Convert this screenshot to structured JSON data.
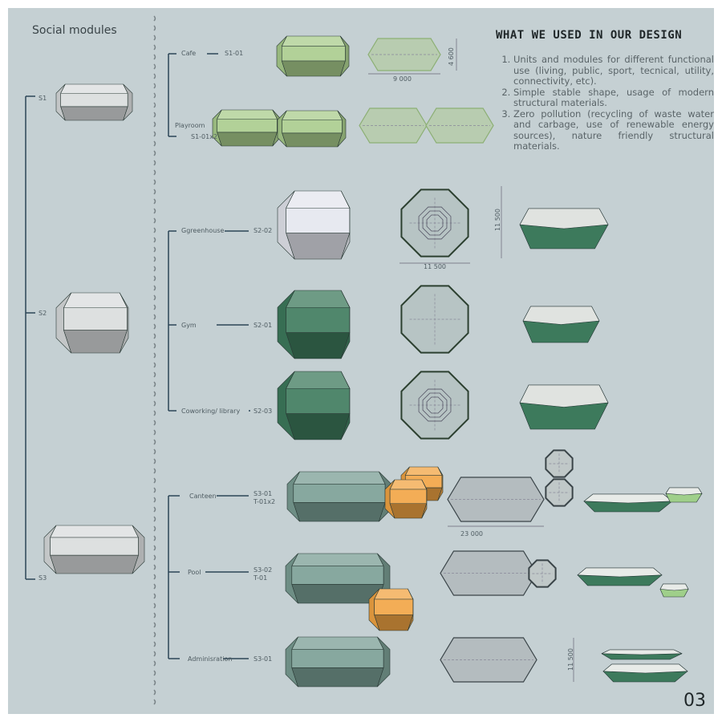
{
  "title": "Social modules",
  "heading": "WHAT WE USED IN OUR DESIGN",
  "points": [
    "Units and modules for different functional use (living, public, sport, tecnical, utility, connectivity, etc).",
    "Simple stable shape, usage of modern structural materials.",
    "Zero pollution (recycling of waste water and carbage, use of renewable energy sources), nature friendly structural materials."
  ],
  "groups": [
    {
      "code": "S1"
    },
    {
      "code": "S2"
    },
    {
      "code": "S3"
    }
  ],
  "modules": [
    {
      "name": "Cafe",
      "code": "S1-01"
    },
    {
      "name": "Playroom",
      "code": "S1-01x2"
    },
    {
      "name": "Ggreenhouse",
      "code": "S2-02"
    },
    {
      "name": "Gym",
      "code": "S2-01"
    },
    {
      "name": "Coworking/ library",
      "code": "S2-03"
    },
    {
      "name": "Canteen",
      "code": "S3-01",
      "code2": "T-01x2"
    },
    {
      "name": "Pool",
      "code": "S3-02",
      "code2": "T-01"
    },
    {
      "name": "Adminisration",
      "code": "S3-01"
    }
  ],
  "dimensions": {
    "cafe_h": "4 600",
    "cafe_w": "9 000",
    "green_h": "11 500",
    "green_w": "11 500",
    "canteen_w": "23 000",
    "admin_h": "11 500"
  },
  "page_number": "03",
  "colors": {
    "background": "#c5d0d3",
    "light_green": "#a9cc8c",
    "dark_green": "#3d7a5c",
    "orange": "#f2a443",
    "teal_gray": "#7a9e94",
    "line": "#2c4556"
  }
}
